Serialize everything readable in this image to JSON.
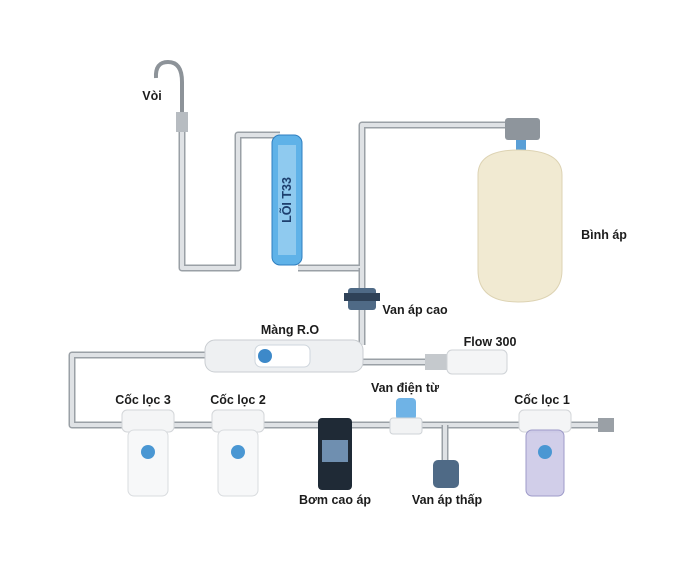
{
  "labels": {
    "faucet": "Vòi",
    "inline_filter": "LÕI T33",
    "pressure_tank": "Bình áp",
    "high_pressure_switch": "Van áp cao",
    "ro_membrane": "Màng R.O",
    "flow_restrictor": "Flow 300",
    "filter_3": "Cốc lọc 3",
    "filter_2": "Cốc lọc 2",
    "solenoid_valve": "Van điện từ",
    "filter_1": "Cốc lọc 1",
    "booster_pump": "Bơm cao áp",
    "low_pressure_switch": "Van áp thấp"
  },
  "colors": {
    "pipe": "#9aa0a6",
    "filter_blue": "#4aa3df",
    "tank": "#f1ead2",
    "housing": "#f4f5f6",
    "pump": "#1f2a36"
  }
}
